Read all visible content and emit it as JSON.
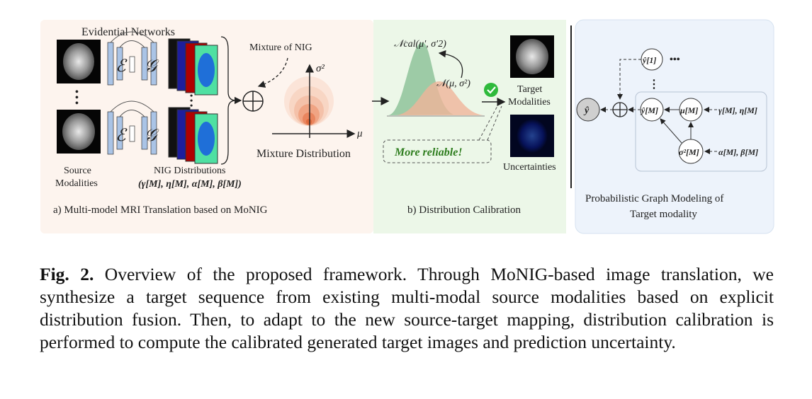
{
  "figure": {
    "panel_a": {
      "header": "Evidential Networks",
      "mixture_label": "Mixture of NIG",
      "encoder_symbol": "ℰ",
      "generator_symbol": "𝒢",
      "ellipsis": "•\n•\n•",
      "sigma_axis": "σ²",
      "mu_axis": "μ",
      "mixture_distribution": "Mixture Distribution",
      "source_line1": "Source",
      "source_line2": "Modalities",
      "nig_line1": "NIG Distributions",
      "nig_params": "(γ[M], η[M], α[M], β[M])",
      "caption": "a) Multi-model MRI Translation based on MoNIG"
    },
    "panel_b": {
      "ncal": "𝒩cal(μ′, σ′2)",
      "n": "𝒩(μ, σ²)",
      "target_line1": "Target",
      "target_line2": "Modalities",
      "uncertainties": "Uncertainties",
      "reliable": "More reliable!",
      "caption": "b) Distribution Calibration"
    },
    "panel_c": {
      "y_hat": "ŷ",
      "y1": "ŷ[1]",
      "dots": "•••",
      "vdots": "⋮",
      "yM": "ŷ[M]",
      "muM": "μ[M]",
      "sigmaM": "σ²[M]",
      "gamma_eta": "γ[M], η[M]",
      "alpha_beta": "α[M], β[M]",
      "caption_line1": "Probabilistic Graph Modeling of",
      "caption_line2": "Target modality"
    },
    "colors": {
      "panel_a_bg": "#fdf4ee",
      "panel_b_bg": "#ecf7e8",
      "panel_c_bg": "#edf3fb",
      "green_dist": "#8fc39a",
      "orange_dist": "#f0b49a",
      "reliable_text": "#2e7d1e",
      "check": "#2fba3c"
    }
  },
  "caption": {
    "label": "Fig. 2.",
    "text": "Overview of the proposed framework. Through MoNIG-based image translation, we synthesize a target sequence from existing multi-modal source modalities based on explicit distribution fusion. Then, to adapt to the new source-target mapping, distribution calibration is performed to compute the calibrated generated target images and prediction uncertainty."
  }
}
